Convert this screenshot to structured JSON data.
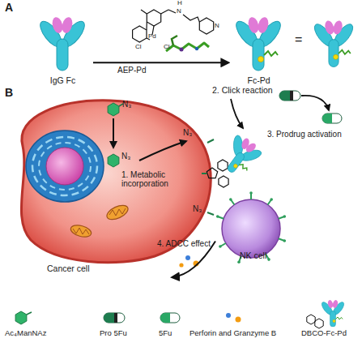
{
  "diagram": {
    "nodes": [
      {
        "text": [
          "IgG Fc"
        ]
      },
      {
        "text": [
          "Fc-Pd"
        ]
      },
      {
        "text": [
          "Cancer cell"
        ]
      },
      {
        "text": [
          "NK cell"
        ]
      }
    ],
    "edges": [
      {
        "from": 0,
        "to": 1,
        "arrow": "to",
        "label": "AEP-Pd"
      },
      {
        "from": 3,
        "to": 2,
        "arrow": "to",
        "label": "4. ADCC effect"
      }
    ],
    "labels": [
      "A",
      "Cl",
      "Pd",
      "Cl",
      "H",
      "N",
      "N",
      "=",
      "B",
      "N₃",
      "2. Click reaction",
      "3. Prodrug activation",
      "N₃",
      "N₃",
      "1. Metabolic incorporation",
      "N₃"
    ],
    "legend": [
      {
        "text": "Ac₄ManNAz"
      },
      {
        "text": "Pro 5Fu"
      },
      {
        "text": "5Fu"
      },
      {
        "text": "Perforin and Granzyme B"
      },
      {
        "text": "DBCO-Fc-Pd"
      }
    ]
  }
}
